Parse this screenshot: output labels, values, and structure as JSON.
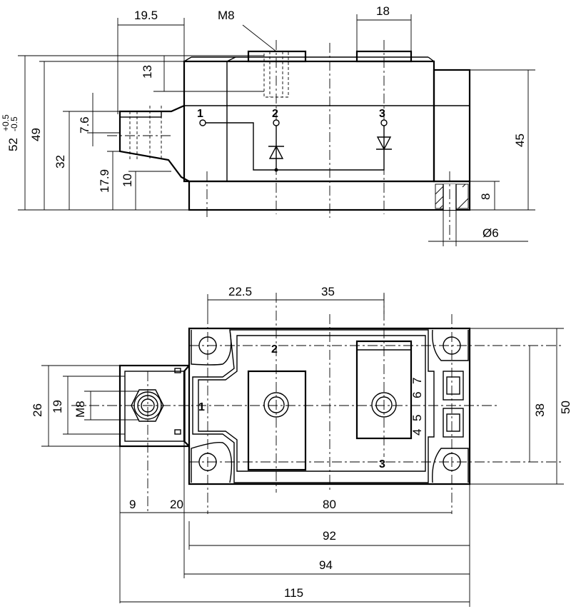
{
  "side_view": {
    "dimensions": {
      "width_19_5": "19.5",
      "thread_m8": "M8",
      "width_18": "18",
      "height_13": "13",
      "height_7_6": "7.6",
      "height_52": "52",
      "tol_plus": "+0.5",
      "tol_minus": "-0.5",
      "height_49": "49",
      "height_32": "32",
      "height_17_9": "17.9",
      "height_10": "10",
      "height_45": "45",
      "height_8": "8",
      "hole_dia": "Ø6"
    },
    "pins": {
      "pin1": "1",
      "pin2": "2",
      "pin3": "3"
    }
  },
  "top_view": {
    "dimensions": {
      "width_22_5": "22.5",
      "width_35": "35",
      "height_26": "26",
      "height_19": "19",
      "thread_m8": "M8",
      "height_38": "38",
      "height_50": "50",
      "width_9": "9",
      "width_20": "20",
      "width_80": "80",
      "width_92": "92",
      "width_94": "94",
      "width_115": "115"
    },
    "pins": {
      "pin1": "1",
      "pin2": "2",
      "pin3": "3",
      "aux4": "4",
      "aux5": "5",
      "aux6": "6",
      "aux7": "7"
    }
  }
}
